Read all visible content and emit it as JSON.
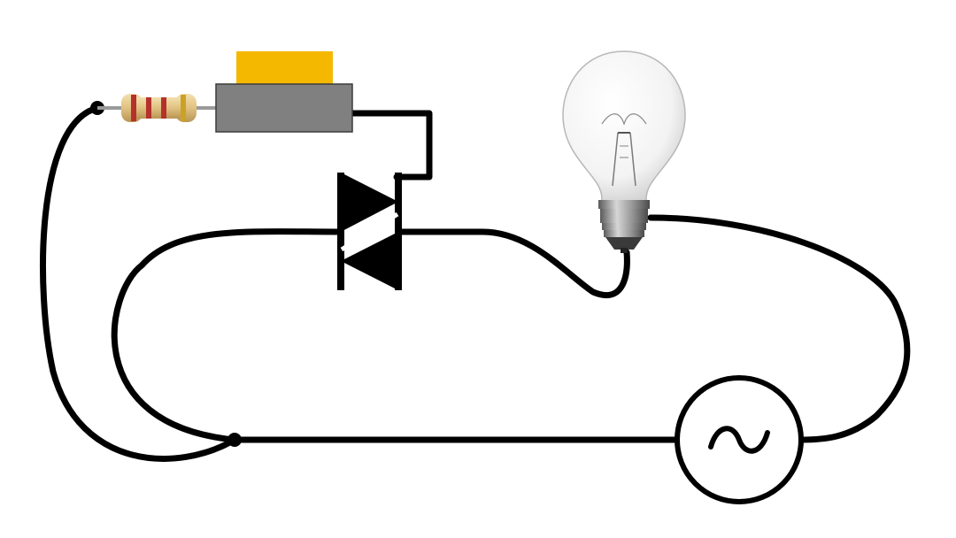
{
  "diagram": {
    "components": [
      {
        "name": "resistor",
        "icon": "resistor-icon"
      },
      {
        "name": "switch-module",
        "icon": "switch-module-icon"
      },
      {
        "name": "triac",
        "icon": "triac-icon"
      },
      {
        "name": "light-bulb",
        "icon": "light-bulb-icon"
      },
      {
        "name": "ac-source",
        "icon": "ac-source-icon",
        "symbol": "~"
      }
    ],
    "colors": {
      "wire": "#000000",
      "module_body": "#808080",
      "module_button": "#f5b800",
      "resistor_body": "#e1c180",
      "resistor_band_1": "#b5312c",
      "resistor_band_2": "#b5312c",
      "resistor_band_3": "#b5312c",
      "resistor_band_4": "#c9a227",
      "lamp_base": "#8c8c8c",
      "background": "#ffffff"
    }
  }
}
